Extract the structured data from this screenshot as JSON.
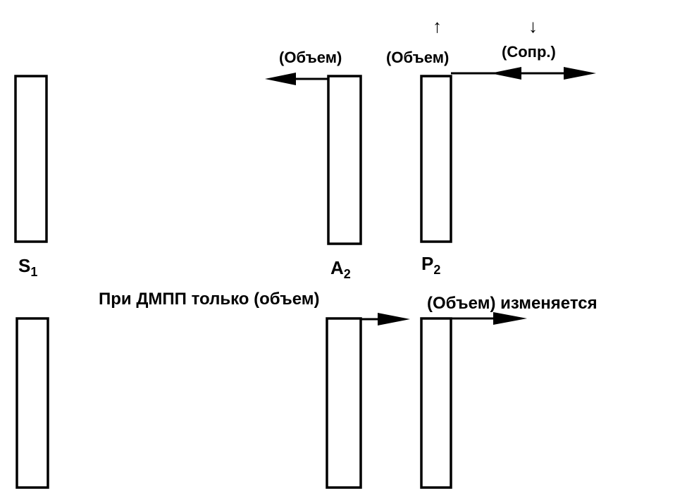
{
  "top": {
    "label_a2_left": "(Объем)",
    "label_p2_center": "(Объем)",
    "label_p2_right": "(Сопр.)",
    "arrow_up": "↑",
    "arrow_down": "↓",
    "label_s": "S",
    "label_s_sub": "1",
    "label_a": "A",
    "label_a_sub": "2",
    "label_p": "P",
    "label_p_sub": "2"
  },
  "bottom": {
    "caption_left": "При ДМПП только (объем)",
    "caption_right": "(Объем) изменяется"
  }
}
